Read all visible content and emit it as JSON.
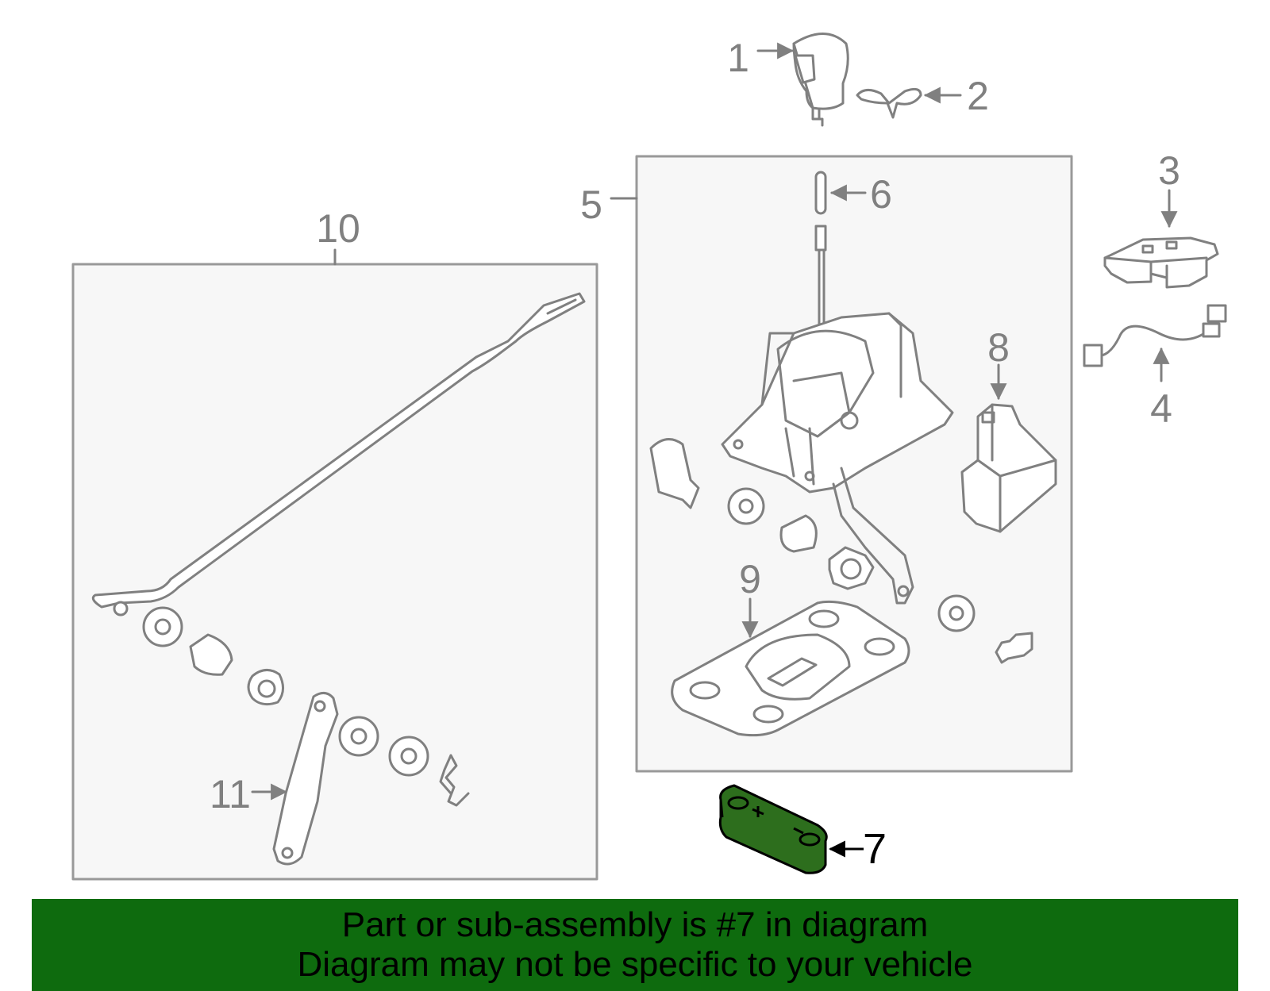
{
  "colors": {
    "outline": "#808080",
    "box_fill": "#f7f7f7",
    "highlight_fill": "#2d6e1d",
    "highlight_stroke": "#000000",
    "banner_bg": "#0e6b0e",
    "banner_text": "#000000"
  },
  "callouts": {
    "c1": "1",
    "c2": "2",
    "c3": "3",
    "c4": "4",
    "c5": "5",
    "c6": "6",
    "c7": "7",
    "c8": "8",
    "c9": "9",
    "c10": "10",
    "c11": "11"
  },
  "highlighted_part": "7",
  "banner": {
    "line1": "Part or sub-assembly is #7 in diagram",
    "line2": "Diagram may not be specific to your vehicle"
  }
}
